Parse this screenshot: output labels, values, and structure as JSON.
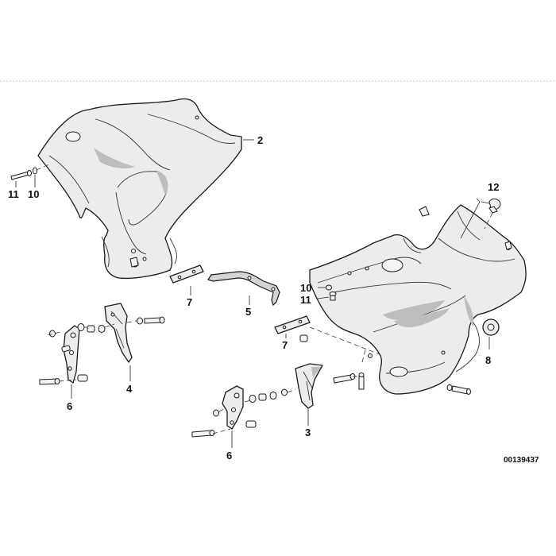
{
  "callouts": {
    "c2": "2",
    "c3": "3",
    "c4": "4",
    "c5": "5",
    "c6a": "6",
    "c6b": "6",
    "c7a": "7",
    "c7b": "7",
    "c8": "8",
    "c10a": "10",
    "c10b": "10",
    "c11a": "11",
    "c11b": "11",
    "c12": "12"
  },
  "reference_number": "00139437",
  "colors": {
    "line": "#1a1a1a",
    "panel_fill": "#ececec",
    "background": "#ffffff"
  }
}
